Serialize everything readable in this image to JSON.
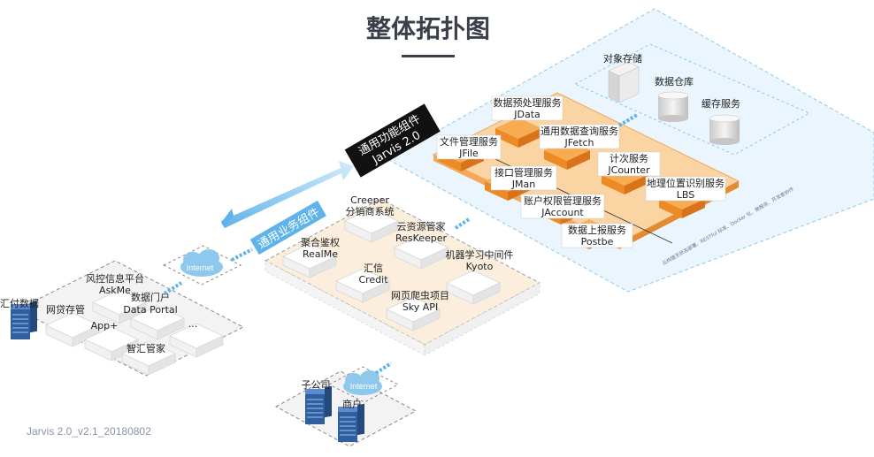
{
  "title": "整体拓扑图",
  "version": "Jarvis 2.0_v2.1_20180802",
  "functional_banner": {
    "line1": "通用功能组件",
    "line2": "Jarvis 2.0"
  },
  "business_banner": "通用业务组件",
  "storage": {
    "object": "对象存储",
    "warehouse": "数据仓库",
    "cache": "缓存服务"
  },
  "functional_services": [
    {
      "cn": "数据预处理服务",
      "en": "JData"
    },
    {
      "cn": "通用数据查询服务",
      "en": "JFetch"
    },
    {
      "cn": "文件管理服务",
      "en": "JFile"
    },
    {
      "cn": "计次服务",
      "en": "JCounter"
    },
    {
      "cn": "接口管理服务",
      "en": "JMan"
    },
    {
      "cn": "地理位置识别服务",
      "en": "LBS"
    },
    {
      "cn": "账户权限管理服务",
      "en": "JAccount"
    },
    {
      "cn": "数据上报服务",
      "en": "Postbe"
    }
  ],
  "cloud_note": "云构建无状态部署、RESTful 标准、Docker 化、微服务、开发者协作",
  "business_components": [
    {
      "cn": "Creeper",
      "en": "分销商系统"
    },
    {
      "cn": "聚合鉴权",
      "en": "RealMe"
    },
    {
      "cn": "云资源管家",
      "en": "ResKeeper"
    },
    {
      "cn": "汇信",
      "en": "Credit"
    },
    {
      "cn": "机器学习中间件",
      "en": "Kyoto"
    },
    {
      "cn": "网页爬虫项目",
      "en": "Sky API"
    }
  ],
  "internet_label": "Internet",
  "clients": {
    "huifu": "汇付数据",
    "risk_cn": "风控信息平台",
    "risk_en": "AskMe",
    "p2p": "网贷存管",
    "portal_cn": "数据门户",
    "portal_en": "Data Portal",
    "app": "App+",
    "more": "...",
    "steward": "智汇管家"
  },
  "subsidiary": "子公司",
  "merchant": "商户",
  "colors": {
    "orange": "#f5a042",
    "orange_dark": "#e07a1c",
    "blue_arrow": "#7cc3ee",
    "cloud_blue": "#8ec8ec",
    "server_blue": "#3a6fb0",
    "beige": "#fbeedd"
  }
}
